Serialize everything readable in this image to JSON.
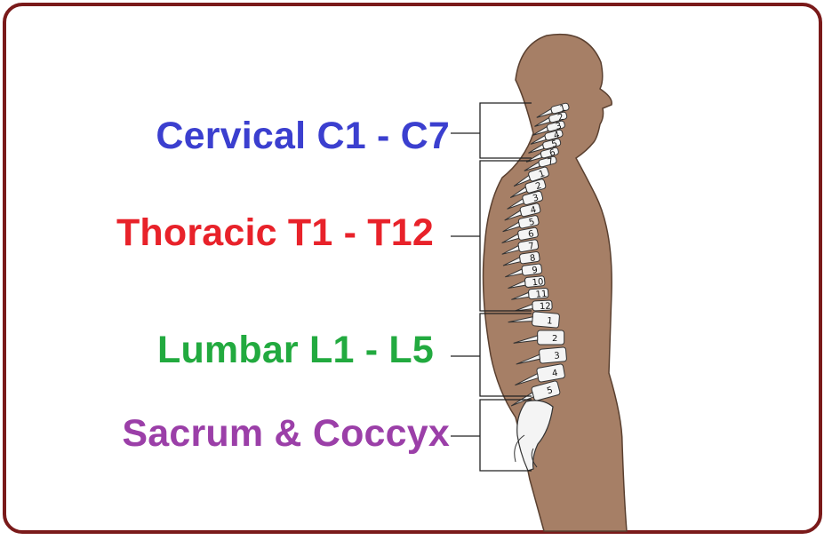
{
  "regions": [
    {
      "id": "cervical",
      "label": "Cervical C1 - C7",
      "color": "#3b3fcf"
    },
    {
      "id": "thoracic",
      "label": "Thoracic T1 - T12",
      "color": "#e8222a"
    },
    {
      "id": "lumbar",
      "label": "Lumbar L1 - L5",
      "color": "#22aa3f"
    },
    {
      "id": "sacrum",
      "label": "Sacrum & Coccyx",
      "color": "#9b3fa8"
    }
  ],
  "vertebra_numbers": {
    "cervical": [
      "1",
      "2",
      "3",
      "4",
      "5",
      "6",
      "7"
    ],
    "thoracic": [
      "1",
      "2",
      "3",
      "4",
      "5",
      "6",
      "7",
      "8",
      "9",
      "10",
      "11",
      "12"
    ],
    "lumbar": [
      "1",
      "2",
      "3",
      "4",
      "5"
    ]
  },
  "colors": {
    "border": "#7a1a1a",
    "body": "#a67f66",
    "bone": "#f4f4f4",
    "line": "#222222"
  }
}
